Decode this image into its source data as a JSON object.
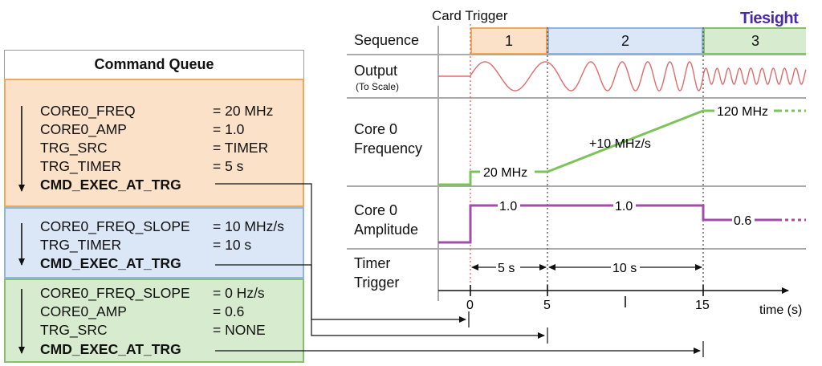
{
  "queue": {
    "title": "Command Queue",
    "blocks": [
      {
        "rows": [
          {
            "name": "CORE0_FREQ",
            "value": "= 20 MHz"
          },
          {
            "name": "CORE0_AMP",
            "value": "= 1.0"
          },
          {
            "name": "TRG_SRC",
            "value": "= TIMER"
          },
          {
            "name": "TRG_TIMER",
            "value": "= 5 s"
          }
        ],
        "exec": "CMD_EXEC_AT_TRG"
      },
      {
        "rows": [
          {
            "name": "CORE0_FREQ_SLOPE",
            "value": "= 10 MHz/s"
          },
          {
            "name": "TRG_TIMER",
            "value": "= 10 s"
          }
        ],
        "exec": "CMD_EXEC_AT_TRG"
      },
      {
        "rows": [
          {
            "name": "CORE0_FREQ_SLOPE",
            "value": "= 0 Hz/s"
          },
          {
            "name": "CORE0_AMP",
            "value": "= 0.6"
          },
          {
            "name": "TRG_SRC",
            "value": "= NONE"
          }
        ],
        "exec": "CMD_EXEC_AT_TRG"
      }
    ]
  },
  "timing": {
    "card_trigger_label": "Card Trigger",
    "rows": {
      "sequence": "Sequence",
      "output": "Output",
      "output_note": "(To Scale)",
      "freq_line1": "Core 0",
      "freq_line2": "Frequency",
      "amp_line1": "Core 0",
      "amp_line2": "Amplitude",
      "timer_line1": "Timer",
      "timer_line2": "Trigger"
    },
    "segments": [
      "1",
      "2",
      "3"
    ],
    "freq_labels": {
      "start": "20 MHz",
      "slope": "+10 MHz/s",
      "end": "120 MHz"
    },
    "amp_labels": {
      "a": "1.0",
      "b": "1.0",
      "c": "0.6"
    },
    "intervals": [
      "5 s",
      "10 s"
    ],
    "axis": {
      "ticks": [
        "0",
        "5",
        "15"
      ],
      "label": "time (s)"
    }
  },
  "colors": {
    "orange": "#fbe1c8",
    "blue": "#dbe7f7",
    "green": "#d7ebcf",
    "wave": "#e06a6a",
    "freq_line": "#7cc45a",
    "amp_line": "#a24ea8"
  },
  "logo": {
    "text": "Tiesight"
  }
}
